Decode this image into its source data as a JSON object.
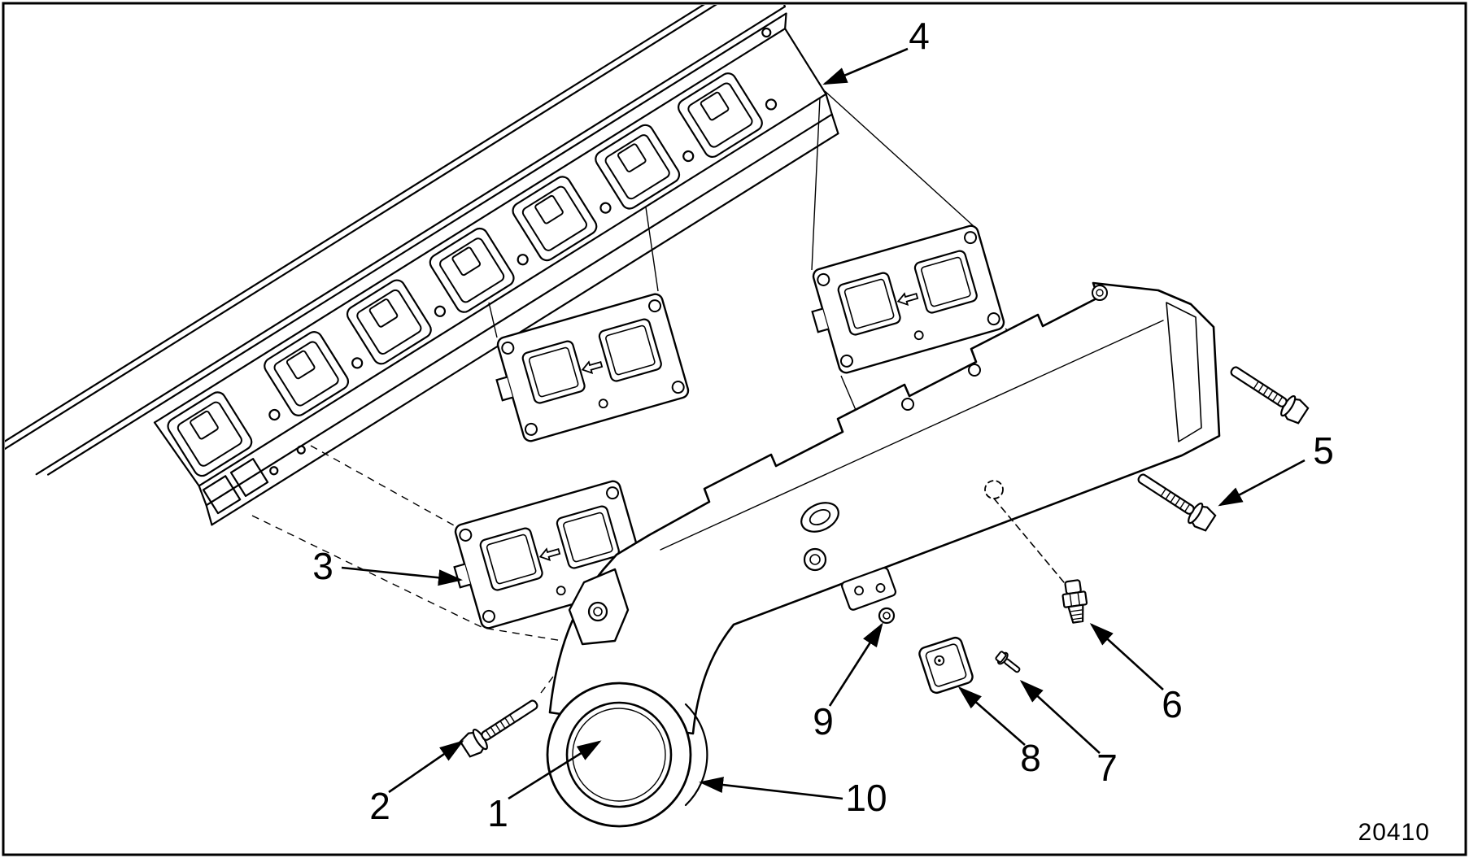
{
  "figure": {
    "number": "20410"
  },
  "callouts": [
    {
      "id": 1,
      "label": "1"
    },
    {
      "id": 2,
      "label": "2"
    },
    {
      "id": 3,
      "label": "3"
    },
    {
      "id": 4,
      "label": "4"
    },
    {
      "id": 5,
      "label": "5"
    },
    {
      "id": 6,
      "label": "6"
    },
    {
      "id": 7,
      "label": "7"
    },
    {
      "id": 8,
      "label": "8"
    },
    {
      "id": 9,
      "label": "9"
    },
    {
      "id": 10,
      "label": "10"
    }
  ],
  "colors": {
    "line": "#000000",
    "background": "#ffffff"
  }
}
